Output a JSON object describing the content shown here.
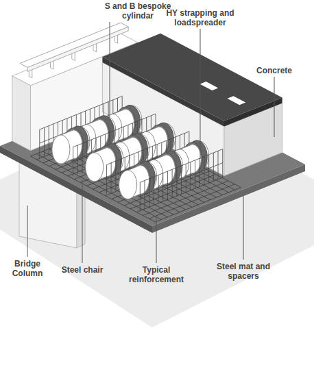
{
  "diagram": {
    "labels": [
      "S and B bespoke cylindar",
      "HY strapping and loadspreader",
      "Concrete",
      "Bridge Column",
      "Steel chair",
      "Typical reinforcement",
      "Steel mat and spacers"
    ]
  }
}
